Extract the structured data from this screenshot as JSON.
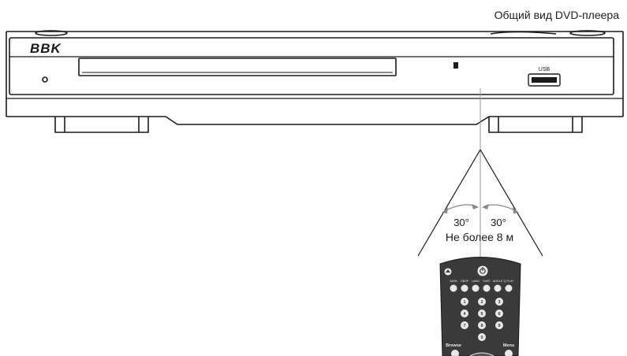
{
  "header": {
    "title": "Общий вид DVD-плеера"
  },
  "player": {
    "brand": "BBK",
    "usb_label": "USB"
  },
  "viewing_angle": {
    "left_angle": "30°",
    "right_angle": "30°",
    "distance_label": "Не более 8 м"
  },
  "remote": {
    "top_labels": [
      "MAIN",
      "OBSP",
      "LANG",
      "SUBT",
      "ANGLE",
      "Q-PLAY"
    ],
    "number_keys": [
      "1",
      "2",
      "3",
      "4",
      "5",
      "6",
      "7",
      "8",
      "9",
      "0"
    ],
    "browse_label": "Browse",
    "menu_label": "Menu"
  },
  "colors": {
    "line": "#1a1a1a",
    "remote_body": "#3a3a3a",
    "remote_button": "#e8e8e8",
    "angle_arrow": "#888888"
  }
}
